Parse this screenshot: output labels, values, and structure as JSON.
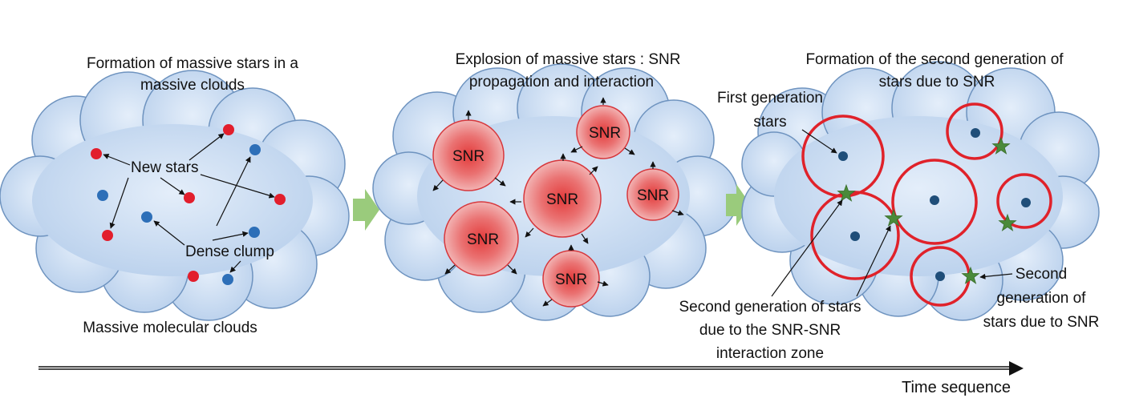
{
  "panels": [
    {
      "title_line1": "Formation of massive stars in a",
      "title_line2": "massive clouds",
      "labels": {
        "new_stars": "New stars",
        "dense_clump": "Dense clump",
        "bottom": "Massive molecular clouds"
      }
    },
    {
      "title_line1": "Explosion of massive stars : SNR",
      "title_line2": "propagation and interaction",
      "snr_label": "SNR"
    },
    {
      "title_line1": "Formation of the second generation of",
      "title_line2": "stars due to SNR",
      "labels": {
        "first_gen_line1": "First generation",
        "first_gen_line2": "stars",
        "interaction_line1": "Second generation of stars",
        "interaction_line2": "due to the SNR-SNR",
        "interaction_line3": "interaction zone",
        "second_gen_line1": "Second",
        "second_gen_line2": "generation of",
        "second_gen_line3": "stars due to SNR"
      }
    }
  ],
  "timeline": {
    "label": "Time sequence"
  },
  "colors": {
    "cloud_fill": "#cfe0f3",
    "cloud_stroke": "#6e93bf",
    "red_star": "#e21e2c",
    "blue_star": "#2d6fb8",
    "snr_fill": "#e06060",
    "snr_ring": "#e0222a",
    "dark_star": "#1f4e79",
    "green_star": "#4a8a3a",
    "arrow_green": "#9acb7c"
  },
  "icons": {
    "stage_arrow": "green-right-arrow-icon",
    "second_gen_star": "green-star-icon"
  }
}
